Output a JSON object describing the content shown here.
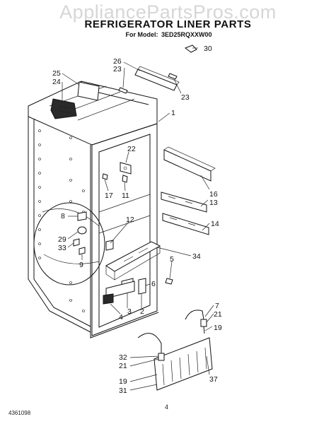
{
  "watermark": "AppliancePartsPros.com",
  "title": "REFRIGERATOR LINER PARTS",
  "subtitle_prefix": "For Model:",
  "model": "3ED25RQXXW00",
  "footer_code": "4361098",
  "page_number": "4",
  "callouts": [
    "30",
    "26",
    "23",
    "25",
    "24",
    "23",
    "1",
    "22",
    "17",
    "11",
    "16",
    "13",
    "14",
    "8",
    "12",
    "29",
    "33",
    "9",
    "34",
    "5",
    "6",
    "3",
    "2",
    "4",
    "7",
    "21",
    "19",
    "32",
    "21",
    "37",
    "19",
    "31"
  ]
}
